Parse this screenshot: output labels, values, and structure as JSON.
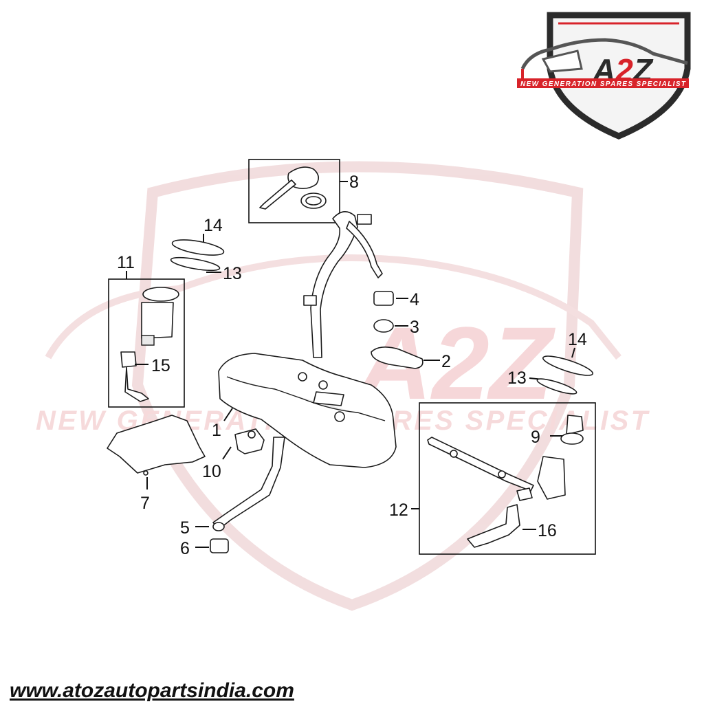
{
  "logo": {
    "brand_prefix": "A",
    "brand_digit": "2",
    "brand_suffix": "Z",
    "tagline": "NEW GENERATION SPARES SPECIALIST",
    "colors": {
      "red": "#d8232a",
      "dark": "#2b2b2b",
      "grey": "#8a8a8a"
    }
  },
  "watermark": {
    "brand": "A2Z",
    "tagline": "NEW GENERATION SPARES SPECIALIST",
    "color": "#f3c9cb"
  },
  "callouts": {
    "c1": "1",
    "c2": "2",
    "c3": "3",
    "c4": "4",
    "c5": "5",
    "c6": "6",
    "c7": "7",
    "c8": "8",
    "c9": "9",
    "c10": "10",
    "c11": "11",
    "c12": "12",
    "c13a": "13",
    "c13b": "13",
    "c14a": "14",
    "c14b": "14",
    "c15": "15",
    "c16": "16"
  },
  "footer": {
    "website": "www.atozautopartsindia.com"
  }
}
